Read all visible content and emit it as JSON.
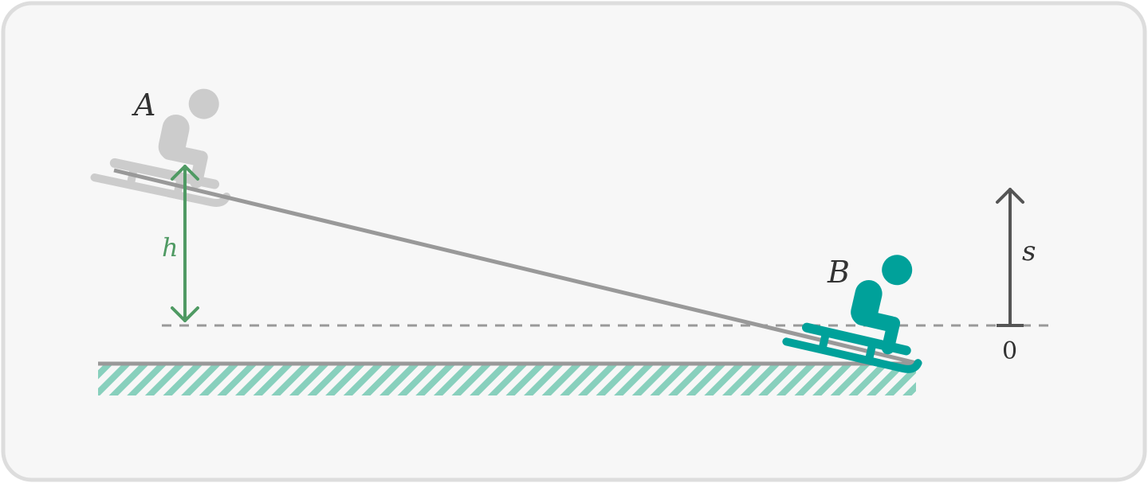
{
  "labels": {
    "point_a": "A",
    "point_b": "B",
    "height": "h",
    "axis": "s",
    "axis_zero": "0"
  },
  "colors": {
    "panel_bg": "#f7f7f7",
    "panel_border": "#dddddd",
    "slope": "#999999",
    "ground_hatch": "#88d0bd",
    "height_arrow": "#4f9a63",
    "axis": "#555555",
    "dashed_line": "#999999",
    "sledder_faded": "#cccccc",
    "sledder_active": "#00a19a",
    "text": "#333333"
  },
  "icons": {
    "sledder_top": "sled-rider-icon",
    "sledder_bottom": "sled-rider-icon"
  }
}
